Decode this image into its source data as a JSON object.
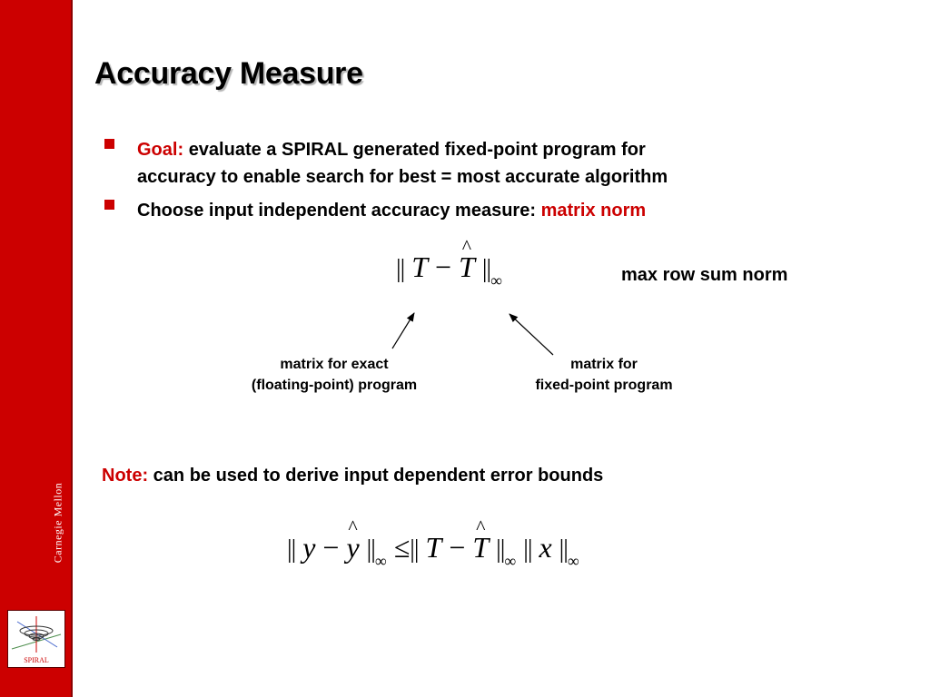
{
  "slide": {
    "title": "Accuracy Measure",
    "bullets": [
      {
        "lead": "Goal:",
        "text": "evaluate a SPIRAL generated fixed-point program for",
        "text2": "accuracy to enable search for best = most accurate algorithm"
      },
      {
        "text": "Choose input independent accuracy measure:",
        "highlight": "matrix norm"
      }
    ],
    "formula1": {
      "bar": "||",
      "T": "T",
      "minus": "−",
      "hat": "^",
      "That": "T",
      "sub": "∞"
    },
    "side_label": "max row sum norm",
    "label_exact": {
      "line1": "matrix for exact",
      "line2": "(floating-point) program"
    },
    "label_fixed": {
      "line1": "matrix for",
      "line2": "fixed-point program"
    },
    "note": {
      "lead": "Note:",
      "text": "can be used to derive input dependent error bounds"
    },
    "formula2": {
      "bar": "||",
      "y": "y",
      "minus": "−",
      "hat": "^",
      "yhat": "y",
      "sub": "∞",
      "leq": "≤",
      "T": "T",
      "That": "T",
      "x": "x"
    }
  },
  "sidebar": {
    "brand": "Carnegie Mellon",
    "logo_text": "SPIRAL"
  },
  "colors": {
    "accent": "#cc0000",
    "sidebar_edge": "#8c0000",
    "background": "#ffffff",
    "text": "#000000"
  }
}
